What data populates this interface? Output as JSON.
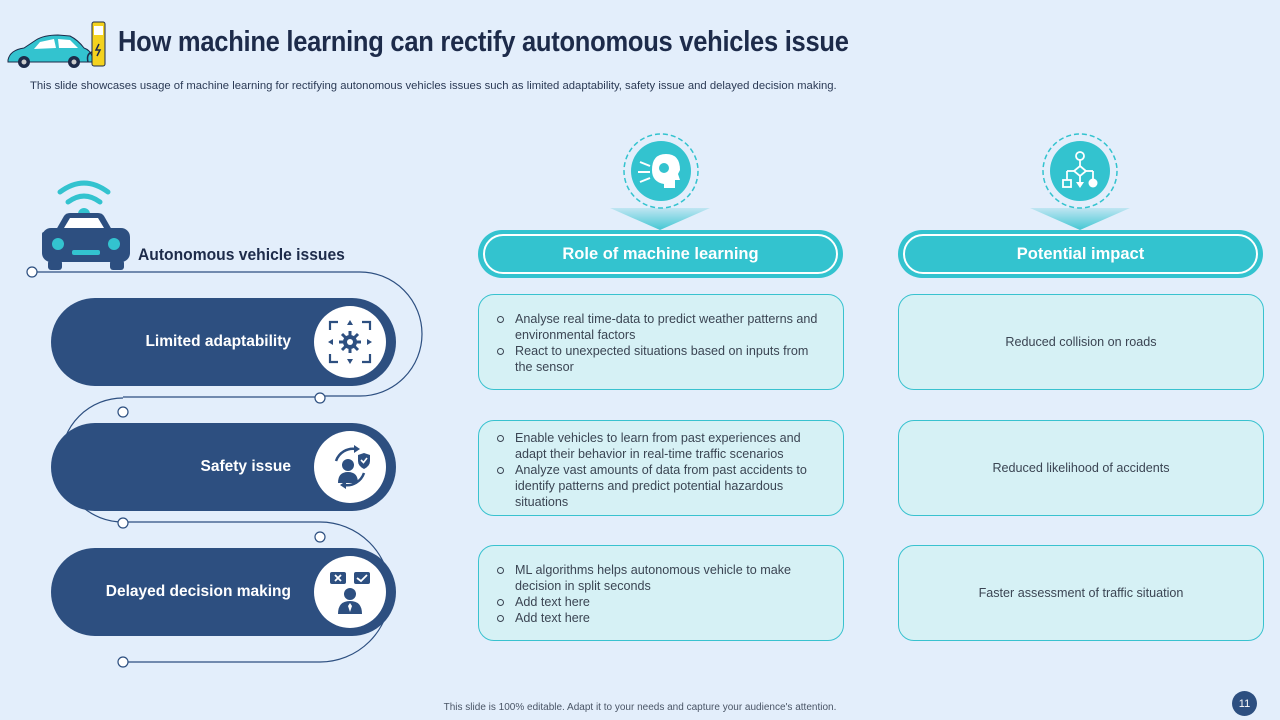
{
  "header": {
    "title": "How machine learning can rectify autonomous vehicles issue",
    "subtitle": "This slide showcases usage of machine learning for rectifying autonomous vehicles issues such as limited adaptability, safety issue and delayed decision making."
  },
  "left": {
    "heading": "Autonomous vehicle issues",
    "issues": [
      {
        "label": "Limited adaptability",
        "icon": "gear-network-icon"
      },
      {
        "label": "Safety issue",
        "icon": "user-shield-icon"
      },
      {
        "label": "Delayed decision making",
        "icon": "decision-person-icon"
      }
    ]
  },
  "columns": {
    "role": {
      "title": "Role of machine learning",
      "icon": "ai-head-icon"
    },
    "impact": {
      "title": "Potential impact",
      "icon": "flowchart-icon"
    }
  },
  "rows": [
    {
      "role": [
        "Analyse real time-data to predict weather patterns and environmental  factors",
        "React to unexpected situations based on inputs from the sensor"
      ],
      "impact": "Reduced  collision on roads"
    },
    {
      "role": [
        "Enable vehicles to learn from  past experiences and adapt their behavior  in real-time traffic  scenarios",
        "Analyze vast amounts of data from  past accidents to identify patterns and predict potential hazardous situations"
      ],
      "impact": "Reduced  likelihood of accidents"
    },
    {
      "role": [
        "ML algorithms helps autonomous vehicle to make decision in split seconds",
        "Add text here",
        "Add text here"
      ],
      "impact": "Faster assessment of traffic  situation"
    }
  ],
  "footer": {
    "note": "This slide is 100% editable.  Adapt it to your needs and capture your audience's attention.",
    "page": "11"
  },
  "colors": {
    "background": "#e3eefb",
    "navy": "#2d4f80",
    "teal": "#33c3cf",
    "box_fill": "#d6f1f5"
  }
}
